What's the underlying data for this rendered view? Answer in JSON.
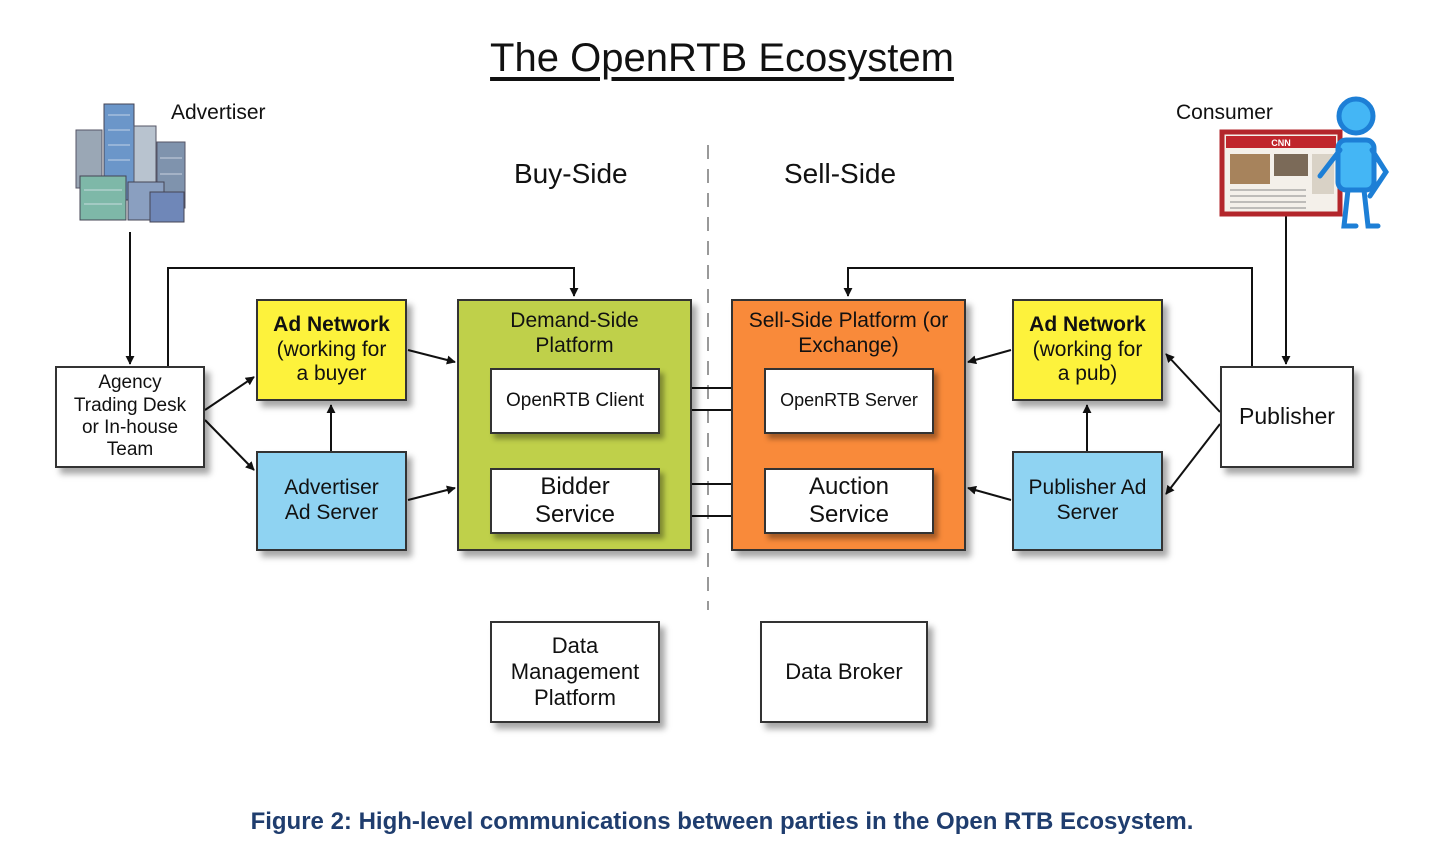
{
  "title": "The OpenRTB Ecosystem",
  "labels": {
    "buy_side": "Buy-Side",
    "sell_side": "Sell-Side",
    "advertiser": "Advertiser",
    "consumer": "Consumer"
  },
  "nodes": {
    "agency": [
      "Agency",
      "Trading Desk",
      "or In-house",
      "Team"
    ],
    "ad_network_buyer": {
      "title": "Ad Network",
      "lines": [
        "(working for",
        "a buyer"
      ]
    },
    "advertiser_ad_server": [
      "Advertiser",
      "Ad Server"
    ],
    "dsp": {
      "title_lines": [
        "Demand-Side",
        "Platform"
      ]
    },
    "openrtb_client": "OpenRTB Client",
    "bidder_service": [
      "Bidder",
      "Service"
    ],
    "ssp": {
      "title_lines": [
        "Sell-Side Platform (or",
        "Exchange)"
      ]
    },
    "openrtb_server": "OpenRTB Server",
    "auction_service": [
      "Auction",
      "Service"
    ],
    "ad_network_pub": {
      "title": "Ad Network",
      "lines": [
        "(working for",
        "a pub)"
      ]
    },
    "publisher_ad_server": [
      "Publisher Ad",
      "Server"
    ],
    "publisher": "Publisher",
    "dmp": [
      "Data",
      "Management",
      "Platform"
    ],
    "data_broker": "Data Broker"
  },
  "browser_logo_text": "CNN",
  "caption": "Figure 2:  High-level communications between parties in the Open RTB Ecosystem.",
  "colors": {
    "yellow": "#fdf23c",
    "blue": "#8fd3f2",
    "green": "#bfd04a",
    "orange": "#f98a3a",
    "caption": "#1f3d6e"
  }
}
